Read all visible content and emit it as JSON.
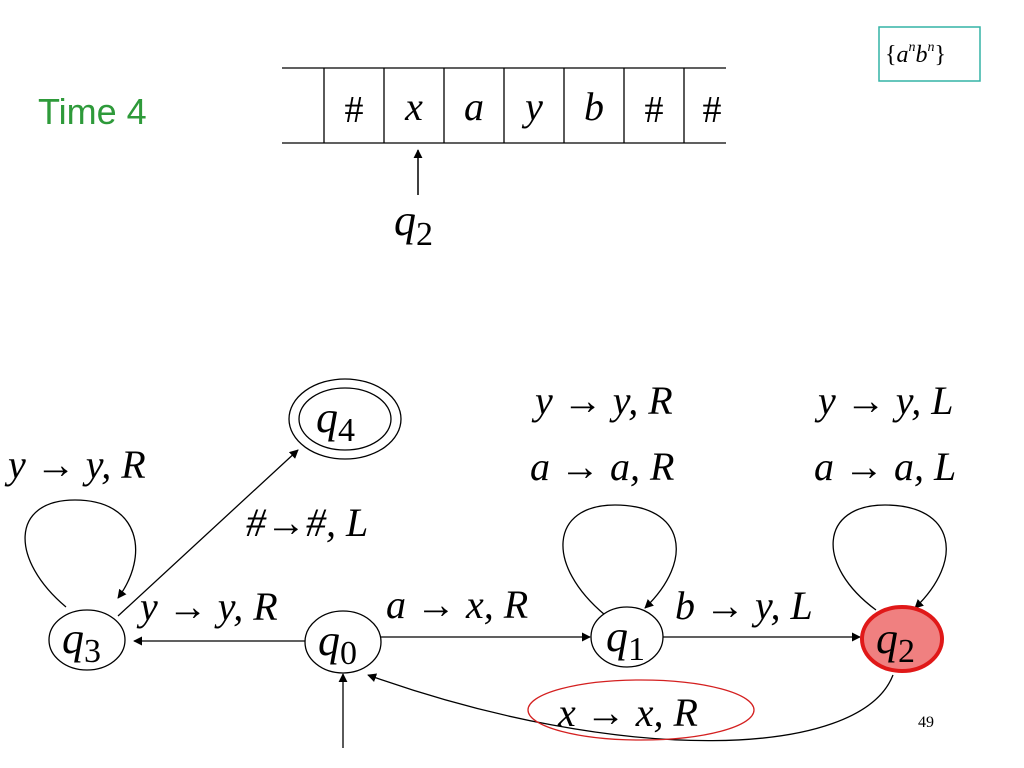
{
  "slide": {
    "time_label": "Time 4",
    "language": {
      "open": "{",
      "a": "a",
      "b": "b",
      "exp": "n",
      "close": "}"
    },
    "page_number": "49"
  },
  "tape": {
    "cells": [
      "#",
      "x",
      "a",
      "y",
      "b",
      "#",
      "#"
    ],
    "head_state": {
      "base": "q",
      "sub": "2"
    }
  },
  "machine": {
    "states": {
      "q0": {
        "base": "q",
        "sub": "0"
      },
      "q1": {
        "base": "q",
        "sub": "1"
      },
      "q2": {
        "base": "q",
        "sub": "2"
      },
      "q3": {
        "base": "q",
        "sub": "3"
      },
      "q4": {
        "base": "q",
        "sub": "4"
      }
    },
    "active_state": "q2",
    "accepting_state": "q4",
    "initial_state": "q0",
    "transitions": {
      "q3_loop": "y → y, R",
      "q3_to_q4": "#→#, L",
      "q0_to_q3": "y → y, R",
      "q0_to_q1": "a → x, R",
      "q1_loop_1": "y → y, R",
      "q1_loop_2": "a → a, R",
      "q1_to_q2": "b → y, L",
      "q2_loop_1": "y → y, L",
      "q2_loop_2": "a → a, L",
      "q2_to_q0": "x → x, R"
    },
    "highlighted_transition": "q2_to_q0"
  },
  "colors": {
    "time_label": "#2e9a3a",
    "language_box": "#33b3a6",
    "active_state_fill": "#f08080",
    "active_state_stroke": "#e01818",
    "highlight_ellipse": "#d42020"
  }
}
